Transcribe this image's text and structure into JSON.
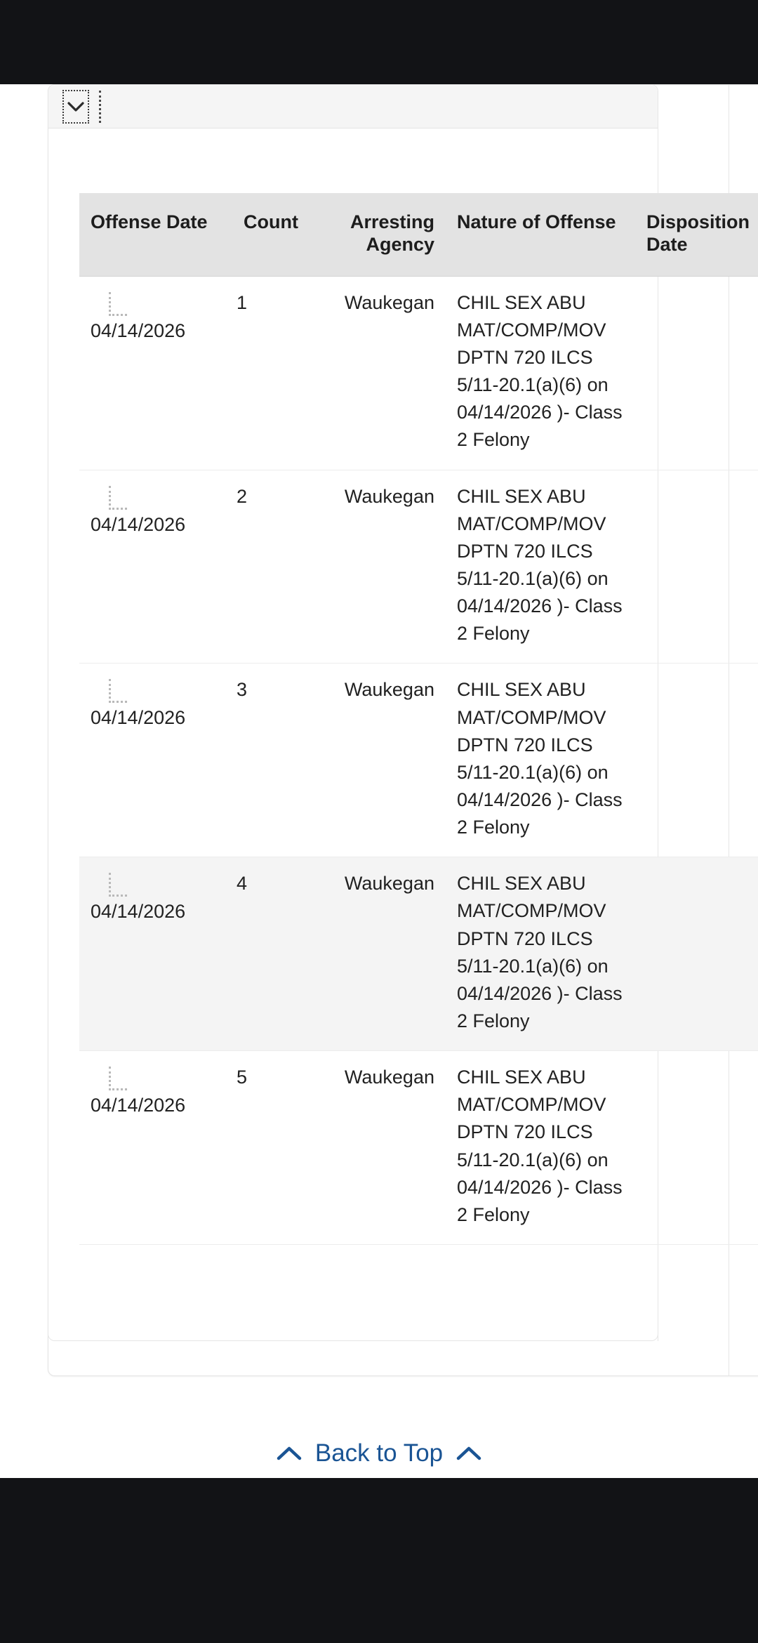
{
  "system": {
    "top_bar_color": "#121316",
    "bottom_bar_color": "#121316"
  },
  "theme": {
    "page_background": "#ffffff",
    "header_background": "#e3e3e3",
    "toolbar_background": "#f5f5f5",
    "alt_row_background": "#f4f4f4",
    "row_divider": "#ececec",
    "link_color": "#1a5494",
    "text_color": "#212121"
  },
  "toolbar": {
    "collapse_icon": "chevron-down-icon",
    "collapse_label": "",
    "divider_icon": "dotted-divider-icon"
  },
  "table": {
    "columns": [
      {
        "key": "offense_date",
        "label": "Offense Date",
        "align": "left"
      },
      {
        "key": "count",
        "label": "Count",
        "align": "right"
      },
      {
        "key": "agency",
        "label": "Arresting Agency",
        "align": "right"
      },
      {
        "key": "nature",
        "label": "Nature of Offense",
        "align": "left"
      },
      {
        "key": "disposition",
        "label": "Disposition Date",
        "align": "left",
        "clipped_label": "Dis Da"
      }
    ],
    "rows": [
      {
        "offense_date": "04/14/2026",
        "count": "1",
        "agency": "Waukegan",
        "nature": "CHIL SEX ABU MAT/COMP/MOV DPTN 720 ILCS 5/11-20.1(a)(6) on 04/14/2026 )- Class 2 Felony",
        "disposition": "",
        "highlighted": false
      },
      {
        "offense_date": "04/14/2026",
        "count": "2",
        "agency": "Waukegan",
        "nature": "CHIL SEX ABU MAT/COMP/MOV DPTN 720 ILCS 5/11-20.1(a)(6) on 04/14/2026 )- Class 2 Felony",
        "disposition": "",
        "highlighted": false
      },
      {
        "offense_date": "04/14/2026",
        "count": "3",
        "agency": "Waukegan",
        "nature": "CHIL SEX ABU MAT/COMP/MOV DPTN 720 ILCS 5/11-20.1(a)(6) on 04/14/2026 )- Class 2 Felony",
        "disposition": "",
        "highlighted": false
      },
      {
        "offense_date": "04/14/2026",
        "count": "4",
        "agency": "Waukegan",
        "nature": "CHIL SEX ABU MAT/COMP/MOV DPTN 720 ILCS 5/11-20.1(a)(6) on 04/14/2026 )- Class 2 Felony",
        "disposition": "",
        "highlighted": true
      },
      {
        "offense_date": "04/14/2026",
        "count": "5",
        "agency": "Waukegan",
        "nature": "CHIL SEX ABU MAT/COMP/MOV DPTN 720 ILCS 5/11-20.1(a)(6) on 04/14/2026 )- Class 2 Felony",
        "disposition": "",
        "highlighted": false
      }
    ]
  },
  "footer": {
    "back_to_top_label": "Back to Top",
    "left_icon": "chevron-up-icon",
    "right_icon": "chevron-up-icon"
  }
}
